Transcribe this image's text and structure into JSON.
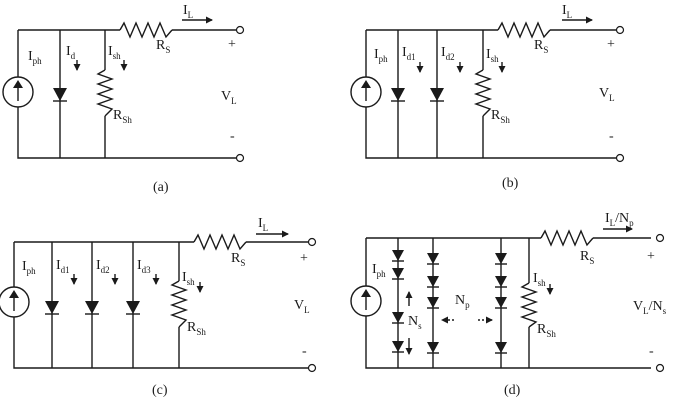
{
  "circuits": [
    {
      "caption": "(a)",
      "source": {
        "main": "I",
        "sub": "ph"
      },
      "diodes": [
        {
          "main": "I",
          "sub": "d"
        }
      ],
      "shunt_current": {
        "main": "I",
        "sub": "sh"
      },
      "shunt_resistor": {
        "main": "R",
        "sub": "Sh"
      },
      "series_resistor": {
        "main": "R",
        "sub": "S"
      },
      "load_current": {
        "main": "I",
        "sub": "L"
      },
      "voltage": {
        "main": "V",
        "sub": "L"
      },
      "plus": "+",
      "minus": "-"
    },
    {
      "caption": "(b)",
      "source": {
        "main": "I",
        "sub": "ph"
      },
      "diodes": [
        {
          "main": "I",
          "sub": "d1"
        },
        {
          "main": "I",
          "sub": "d2"
        }
      ],
      "shunt_current": {
        "main": "I",
        "sub": "sh"
      },
      "shunt_resistor": {
        "main": "R",
        "sub": "Sh"
      },
      "series_resistor": {
        "main": "R",
        "sub": "S"
      },
      "load_current": {
        "main": "I",
        "sub": "L"
      },
      "voltage": {
        "main": "V",
        "sub": "L"
      },
      "plus": "+",
      "minus": "-"
    },
    {
      "caption": "(c)",
      "source": {
        "main": "I",
        "sub": "ph"
      },
      "diodes": [
        {
          "main": "I",
          "sub": "d1"
        },
        {
          "main": "I",
          "sub": "d2"
        },
        {
          "main": "I",
          "sub": "d3"
        }
      ],
      "shunt_current": {
        "main": "I",
        "sub": "sh"
      },
      "shunt_resistor": {
        "main": "R",
        "sub": "Sh"
      },
      "series_resistor": {
        "main": "R",
        "sub": "S"
      },
      "load_current": {
        "main": "I",
        "sub": "L"
      },
      "voltage": {
        "main": "V",
        "sub": "L"
      },
      "plus": "+",
      "minus": "-"
    },
    {
      "caption": "(d)",
      "source": {
        "main": "I",
        "sub": "ph"
      },
      "shunt_current": {
        "main": "I",
        "sub": "sh"
      },
      "shunt_resistor": {
        "main": "R",
        "sub": "Sh"
      },
      "series_resistor": {
        "main": "R",
        "sub": "S"
      },
      "load_current": {
        "main": "I",
        "sub": "L",
        "suffix": "/N",
        "suffix_sub": "p"
      },
      "voltage": {
        "main": "V",
        "sub": "L",
        "suffix": "/N",
        "suffix_sub": "s"
      },
      "ns_label": {
        "main": "N",
        "sub": "s"
      },
      "np_label": {
        "main": "N",
        "sub": "p"
      },
      "plus": "+",
      "minus": "-"
    }
  ]
}
